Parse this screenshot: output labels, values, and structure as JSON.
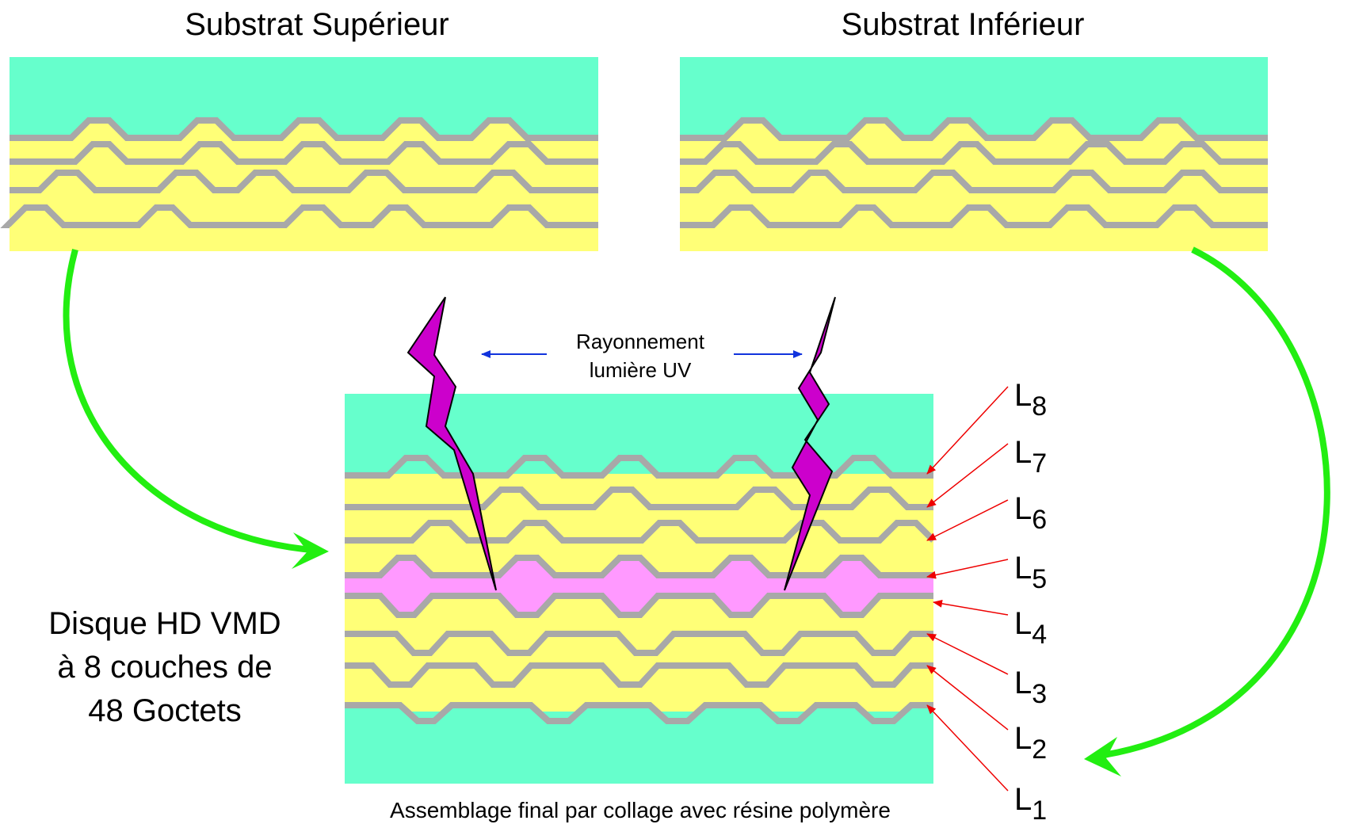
{
  "titles": {
    "top_substrate": "Substrat Supérieur",
    "bottom_substrate": "Substrat Inférieur"
  },
  "uv_label": {
    "line1": "Rayonnement",
    "line2": "lumière UV"
  },
  "disc_label": {
    "line1": "Disque HD VMD",
    "line2": "à 8 couches de",
    "line3": "48 Goctets"
  },
  "caption": "Assemblage final par collage avec résine polymère",
  "layers": [
    {
      "letter": "L",
      "sub": "8"
    },
    {
      "letter": "L",
      "sub": "7"
    },
    {
      "letter": "L",
      "sub": "6"
    },
    {
      "letter": "L",
      "sub": "5"
    },
    {
      "letter": "L",
      "sub": "4"
    },
    {
      "letter": "L",
      "sub": "3"
    },
    {
      "letter": "L",
      "sub": "2"
    },
    {
      "letter": "L",
      "sub": "1"
    }
  ],
  "colors": {
    "substrate": "#66ffcc",
    "data_layer": "#ffff77",
    "reflective": "#a8a8a8",
    "resin": "#ff99ff",
    "lightning": "#cc00cc",
    "green_arrow": "#22ee11",
    "uv_arrow": "#1133dd",
    "leader_arrow": "#ee0000"
  }
}
